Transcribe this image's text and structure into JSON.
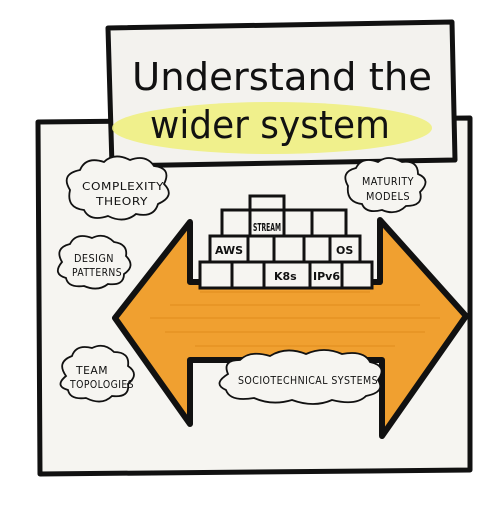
{
  "title": {
    "line1": "Understand the",
    "line2": "wider system"
  },
  "clouds": {
    "complexity": [
      "COMPLEXITY",
      "THEORY"
    ],
    "maturity": [
      "MATURITY",
      "MODELS"
    ],
    "design": [
      "DESIGN",
      "PATTERNS"
    ],
    "team": [
      "TEAM",
      "TOPOLOGIES"
    ],
    "sociotechnical": [
      "SOCIOTECHNICAL SYSTEMS"
    ]
  },
  "bricks": {
    "stream": "STREAM",
    "aws": "AWS",
    "os": "OS",
    "k8s": "K8s",
    "ipv6": "IPv6"
  },
  "colors": {
    "arrow_fill": "#f0a030",
    "highlight": "#eef07a",
    "ink": "#111111",
    "paper": "#f6f5f1"
  }
}
